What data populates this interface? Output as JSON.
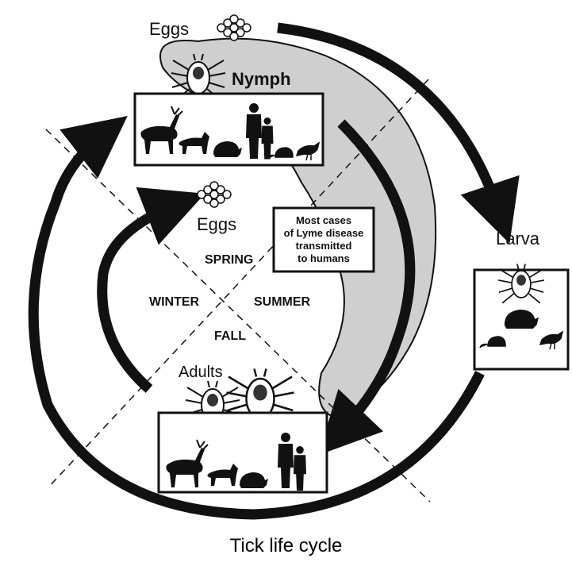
{
  "labels": {
    "eggs_top": "Eggs",
    "nymph": "Nymph",
    "eggs_middle": "Eggs",
    "larva": "Larva",
    "adults": "Adults",
    "spring": "SPRING",
    "winter": "WINTER",
    "summer": "SUMMER",
    "fall": "FALL"
  },
  "note": {
    "line1": "Most cases",
    "line2": "of Lyme disease",
    "line3": "transmitted",
    "line4": "to humans"
  },
  "caption": "Tick life cycle",
  "colors": {
    "shaded_region": "#cfcfcf",
    "ink": "#111111",
    "background": "#ffffff"
  },
  "icons": [
    "egg-cluster-icon",
    "tick-icon",
    "deer-icon",
    "dog-icon",
    "raccoon-icon",
    "human-icon",
    "mouse-icon",
    "bird-icon"
  ]
}
